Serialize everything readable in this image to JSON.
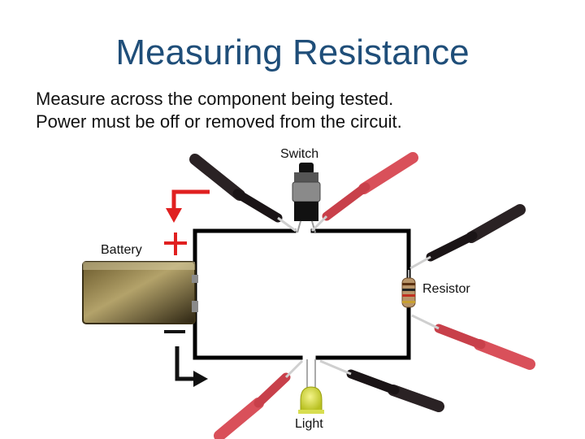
{
  "title": "Measuring Resistance",
  "bullets": [
    "Measure across the component being tested.",
    "Power must be off or removed from the circuit."
  ],
  "labels": {
    "switch": "Switch",
    "battery": "Battery",
    "resistor": "Resistor",
    "light": "Light"
  },
  "colors": {
    "title": "#1f4e79",
    "polarity_arrow": "#e02020",
    "wire": "#000000",
    "black_probe": "#2a2224",
    "red_probe": "#d9505a"
  },
  "icons": {
    "positive": "plus-sign",
    "negative": "minus-sign"
  }
}
